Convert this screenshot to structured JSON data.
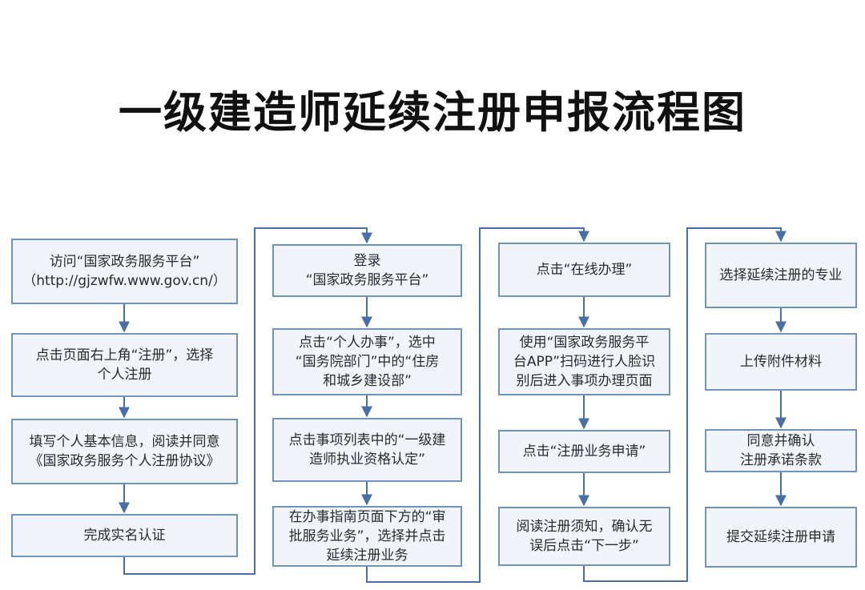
{
  "title": "一级建造师延续注册申报流程图",
  "colors": {
    "box_border": "#6f93b9",
    "box_fill": "#f1f4fa",
    "connector": "#4a6fa5"
  },
  "columns": [
    {
      "steps": [
        "访问“国家政务服务平台”\n（http://gjzwfw.www.gov.cn/）",
        "点击页面右上角“注册”，选择\n个人注册",
        "填写个人基本信息，阅读并同意\n《国家政务服务个人注册协议》",
        "完成实名认证"
      ]
    },
    {
      "steps": [
        "登录\n“国家政务服务平台”",
        "点击“个人办事”，选中\n“国务院部门”中的“住房\n和城乡建设部”",
        "点击事项列表中的“一级建\n造师执业资格认定”",
        "在办事指南页面下方的“审\n批服务业务”，选择并点击\n延续注册业务"
      ]
    },
    {
      "steps": [
        "点击“在线办理”",
        "使用“国家政务服务平\n台APP”扫码进行人脸识\n别后进入事项办理页面",
        "点击“注册业务申请”",
        "阅读注册须知，确认无\n误后点击“下一步”"
      ]
    },
    {
      "steps": [
        "选择延续注册的专业",
        "上传附件材料",
        "同意并确认\n注册承诺条款",
        "提交延续注册申请"
      ]
    }
  ]
}
